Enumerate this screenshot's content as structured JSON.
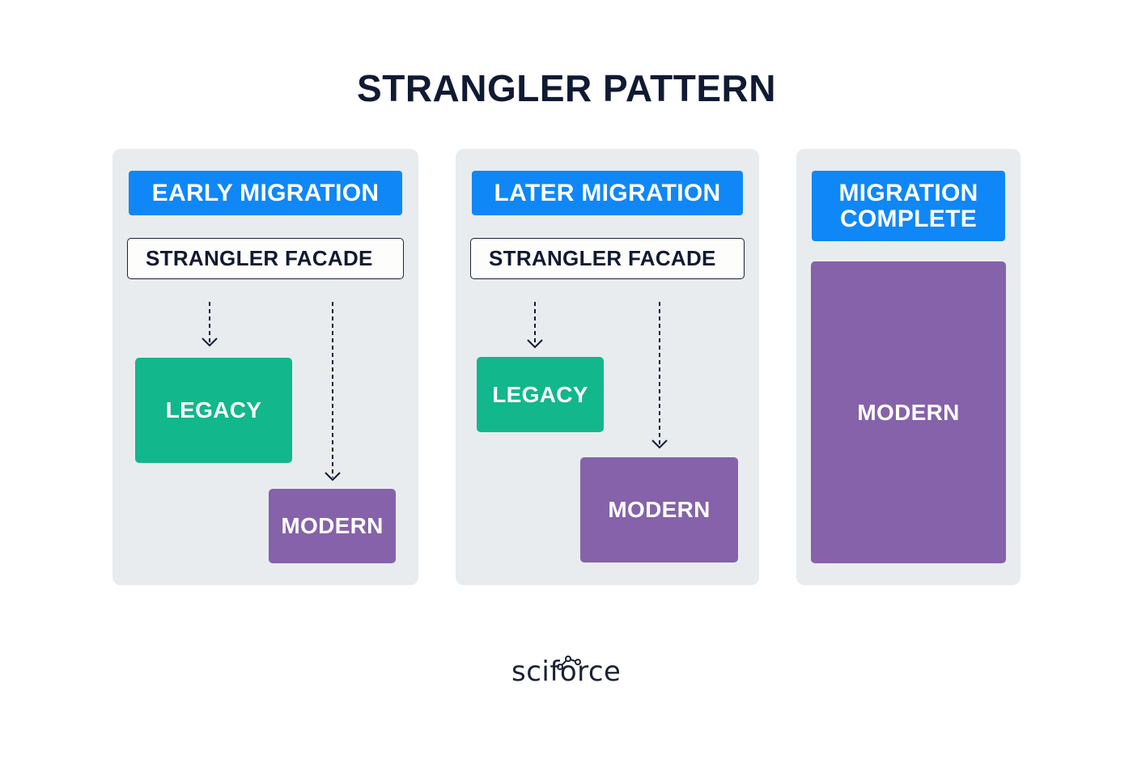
{
  "title": "STRANGLER PATTERN",
  "panels": [
    {
      "stage": "EARLY MIGRATION",
      "facade": "STRANGLER FACADE",
      "legacy": "LEGACY",
      "modern": "MODERN"
    },
    {
      "stage": "LATER MIGRATION",
      "facade": "STRANGLER FACADE",
      "legacy": "LEGACY",
      "modern": "MODERN"
    },
    {
      "stage": "MIGRATION\nCOMPLETE",
      "modern": "MODERN"
    }
  ],
  "logo": "sciforce",
  "colors": {
    "stage": "#0f87f7",
    "legacy": "#12b78b",
    "modern": "#8562a9",
    "panel": "#e8ecef",
    "text": "#111a33"
  }
}
